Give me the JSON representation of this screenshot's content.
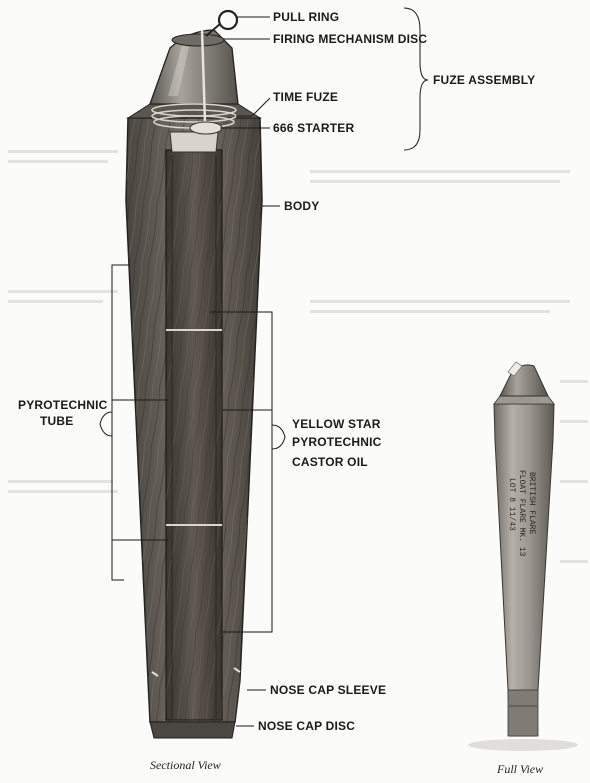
{
  "labels": {
    "pull_ring": "PULL RING",
    "firing_mechanism_disc": "FIRING MECHANISM DISC",
    "fuze_assembly": "FUZE ASSEMBLY",
    "time_fuze": "TIME FUZE",
    "starter": "666 STARTER",
    "body": "BODY",
    "pyrotechnic_tube_line1": "PYROTECHNIC",
    "pyrotechnic_tube_line2": "TUBE",
    "yellow_star_line1": "YELLOW STAR",
    "yellow_star_line2": "PYROTECHNIC",
    "yellow_star_line3": "CASTOR OIL",
    "nose_cap_sleeve": "NOSE CAP SLEEVE",
    "nose_cap_disc": "NOSE CAP DISC"
  },
  "captions": {
    "sectional": "Sectional View",
    "full": "Full View"
  },
  "full_view_stencil": {
    "line1": "FLOAT FLARE MK. 13",
    "line2": "LOT 8   11/43",
    "line3": "BRITISH FLARE"
  },
  "colors": {
    "wood_dark": "#3f3a35",
    "wood_mid": "#6b655d",
    "metal": "#8a8680",
    "ink": "#1a1a1a",
    "paper": "#fbfbf9"
  }
}
